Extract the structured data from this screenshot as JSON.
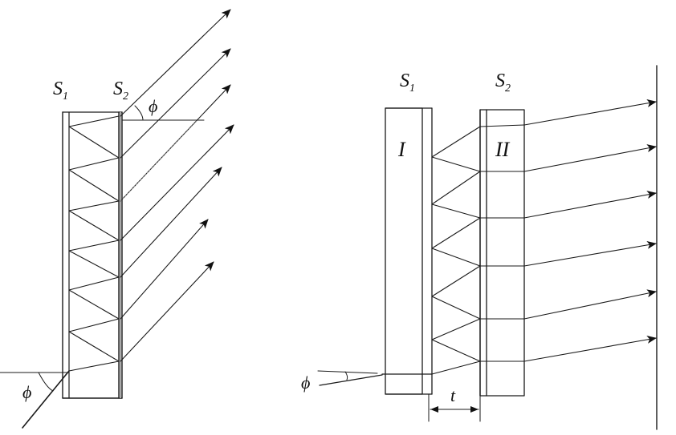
{
  "left_diagram": {
    "label_s1_main": "S",
    "label_s1_sub": "1",
    "label_s2_main": "S",
    "label_s2_sub": "2",
    "angle_top": "ϕ",
    "angle_bottom": "ϕ"
  },
  "right_diagram": {
    "label_s1_main": "S",
    "label_s1_sub": "1",
    "label_s2_main": "S",
    "label_s2_sub": "2",
    "block_1": "I",
    "block_2": "II",
    "gap_label": "t",
    "angle": "ϕ"
  }
}
